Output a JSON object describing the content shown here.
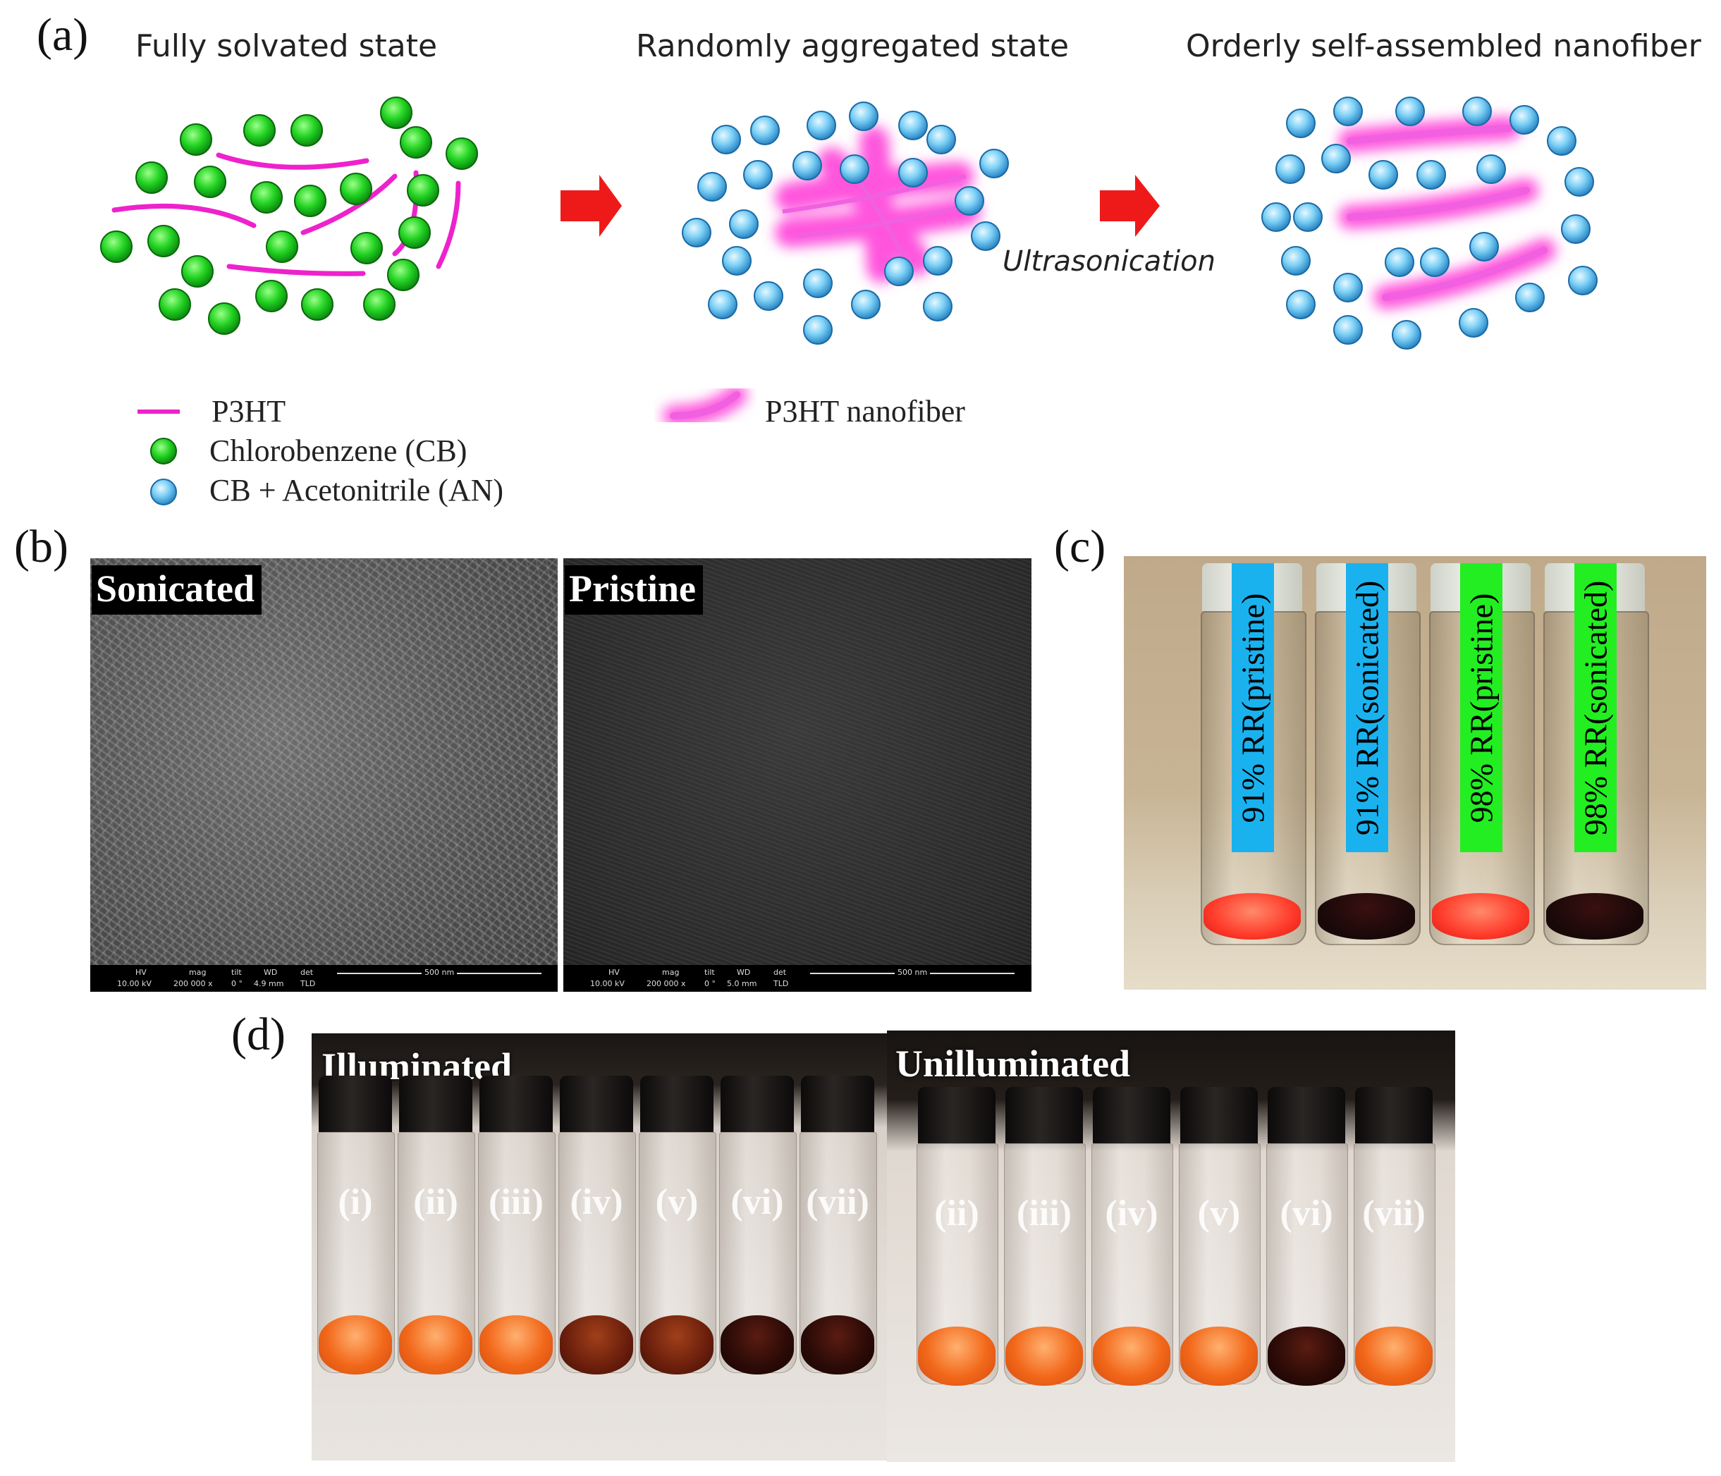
{
  "panel_a": {
    "letter": "(a)",
    "state_titles": [
      "Fully solvated state",
      "Randomly aggregated state",
      "Orderly self-assembled nanofiber"
    ],
    "ultrasonication_label": "Ultrasonication",
    "legend": {
      "p3ht": "P3HT",
      "chlorobenzene": "Chlorobenzene (CB)",
      "cb_an": "CB + Acetonitrile (AN)",
      "nanofiber": "P3HT nanofiber"
    },
    "colors": {
      "p3ht": "#ee22cc",
      "cb": "#22cc22",
      "cb_an": "#4fb6ee",
      "arrow": "#ee1a1a"
    }
  },
  "panel_b": {
    "letter": "(b)",
    "left_label": "Sonicated",
    "right_label": "Pristine",
    "sonicated_databar": {
      "hv_head": "HV",
      "hv": "10.00 kV",
      "mag_head": "mag",
      "mag": "200 000 x",
      "tilt_head": "tilt",
      "tilt": "0 °",
      "wd_head": "WD",
      "wd": "4.9 mm",
      "det_head": "det",
      "det": "TLD",
      "scale": "500 nm"
    },
    "pristine_databar": {
      "hv_head": "HV",
      "hv": "10.00 kV",
      "mag_head": "mag",
      "mag": "200 000 x",
      "tilt_head": "tilt",
      "tilt": "0 °",
      "wd_head": "WD",
      "wd": "5.0 mm",
      "det_head": "det",
      "det": "TLD",
      "scale": "500 nm"
    }
  },
  "panel_c": {
    "letter": "(c)",
    "vials": [
      {
        "label": "91% RR(pristine)",
        "tag_color": "#1ab2ee",
        "liquid": "#ff3a2a"
      },
      {
        "label": "91% RR(sonicated)",
        "tag_color": "#1ab2ee",
        "liquid": "#180808"
      },
      {
        "label": "98% RR(pristine)",
        "tag_color": "#22ee22",
        "liquid": "#ff3a2a"
      },
      {
        "label": "98% RR(sonicated)",
        "tag_color": "#22ee22",
        "liquid": "#180808"
      }
    ]
  },
  "panel_d": {
    "letter": "(d)",
    "left_label": "Illuminated",
    "right_label": "Unilluminated",
    "illuminated_vials": [
      "(i)",
      "(ii)",
      "(iii)",
      "(iv)",
      "(v)",
      "(vi)",
      "(vii)"
    ],
    "unilluminated_vials": [
      "(ii)",
      "(iii)",
      "(iv)",
      "(v)",
      "(vi)",
      "(vii)"
    ]
  }
}
